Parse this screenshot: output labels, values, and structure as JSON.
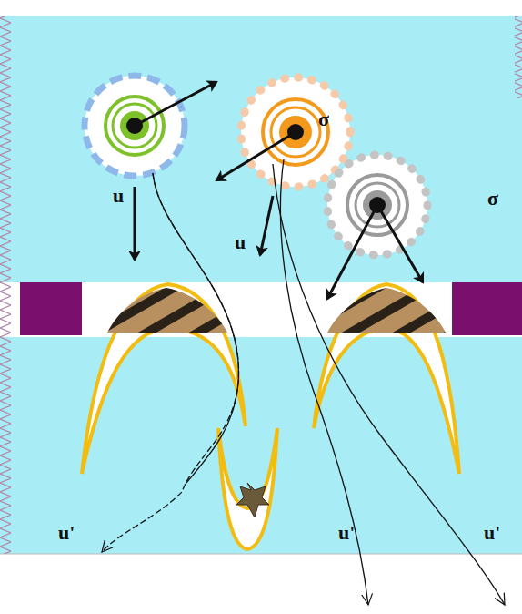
{
  "diagram": {
    "labels": [
      "σ",
      "u",
      "σ",
      "u",
      "u'",
      "u'",
      "u'"
    ]
  }
}
